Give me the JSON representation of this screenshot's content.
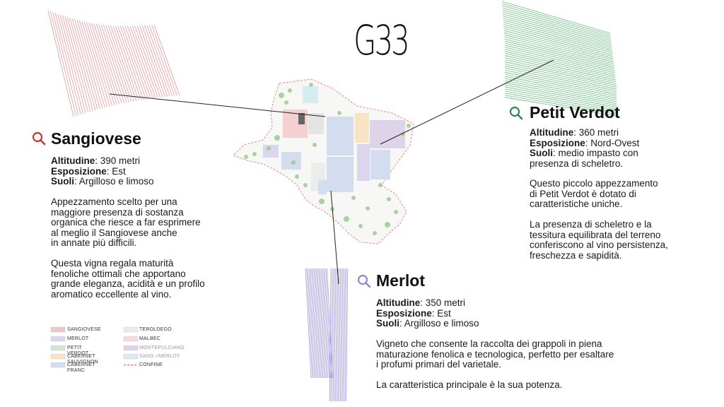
{
  "logo": "G33",
  "sangiovese": {
    "title": "Sangiovese",
    "altitude_label": "Altitudine",
    "altitude_value": ": 390 metri",
    "exposure_label": "Esposizione",
    "exposure_value": ": Est",
    "soil_label": "Suoli",
    "soil_value": ": Argilloso e limoso",
    "para1": [
      "Appezzamento scelto per una",
      "maggiore presenza di sostanza",
      "organica che riesce a far esprimere",
      "al meglio il Sangiovese anche",
      "in annate più difficili."
    ],
    "para2": [
      "Questa vigna regala maturità",
      "fenoliche ottimali che apportano",
      "grande eleganza, acidità e un profilo",
      "aromatico eccellente al vino."
    ]
  },
  "petit_verdot": {
    "title": "Petit Verdot",
    "altitude_label": "Altitudine",
    "altitude_value": ": 360 metri",
    "exposure_label": "Esposizione",
    "exposure_value": ": Nord-Ovest",
    "soil_label": "Suoli",
    "soil_value": ": medio impasto con",
    "soil_value2": "presenza di scheletro.",
    "para1": [
      "Questo piccolo appezzamento",
      "di Petit Verdot è dotato di",
      "caratteristiche uniche."
    ],
    "para2": [
      "La presenza di scheletro e la",
      "tessitura equilibrata del terreno",
      "conferiscono al vino persistenza,",
      "freschezza e sapidità."
    ]
  },
  "merlot": {
    "title": "Merlot",
    "altitude_label": "Altitudine",
    "altitude_value": ": 350 metri",
    "exposure_label": "Esposizione",
    "exposure_value": ": Est",
    "soil_label": "Suoli",
    "soil_value": ": Argilloso e limoso",
    "para1": [
      "Vigneto che consente la raccolta dei grappoli in piena",
      "maturazione fenolica e tecnologica, perfetto per esaltare",
      "i profumi primari del varietale."
    ],
    "para2": [
      "La caratteristica principale è la sua potenza."
    ]
  },
  "legend": {
    "left": [
      {
        "label": "SANGIOVESE",
        "color": "#f2c6c8"
      },
      {
        "label": "MERLOT",
        "color": "#d9d6ee"
      },
      {
        "label": "PETIT VERDOT",
        "color": "#cfe6d6"
      },
      {
        "label": "CABERNET SAUVIGNON",
        "color": "#f8e3c4"
      },
      {
        "label": "CABERNET FRANC",
        "color": "#d4dcef"
      }
    ],
    "right": [
      {
        "label": "TEROLDEGO",
        "color": "#ececec"
      },
      {
        "label": "MALBEC",
        "color": "#f6d9dc"
      },
      {
        "label": "MONTEPULCIANO",
        "color": "#ddd4ea"
      },
      {
        "label": "SANG.+MERLOT",
        "color": "#d6ecef"
      },
      {
        "label": "CONFINE",
        "color": "#d9605f"
      }
    ]
  },
  "colors": {
    "sangiovese_icon": "#c0392b",
    "petit_verdot_icon": "#2e8b57",
    "merlot_icon": "#8f8ac9",
    "sangiovese_lines": "#e58a8e",
    "petit_verdot_lines": "#6fbf86",
    "merlot_lines": "#9a96d6"
  },
  "icons": {
    "sangiovese": "search-icon",
    "petit_verdot": "search-icon",
    "merlot": "search-icon"
  }
}
